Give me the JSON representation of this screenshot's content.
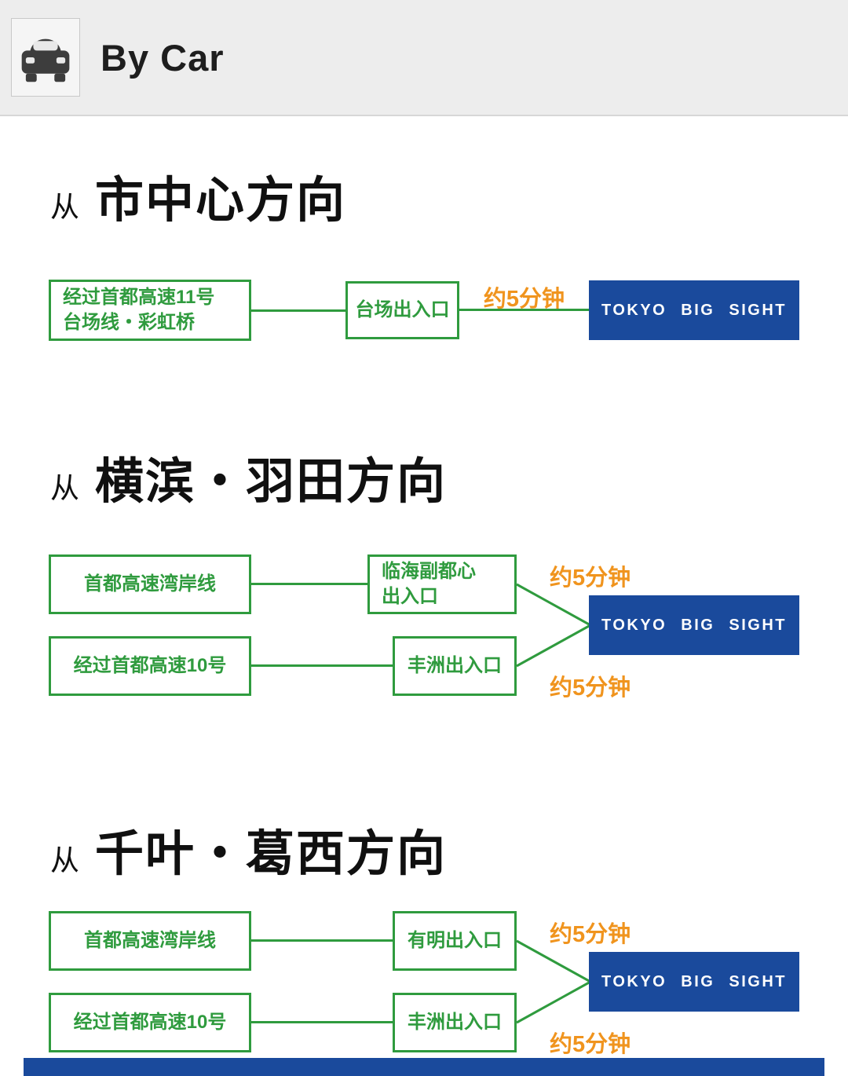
{
  "header": {
    "title": "By Car",
    "icon": "car-icon"
  },
  "colors": {
    "green": "#2f9b3e",
    "orange": "#f0941e",
    "blue": "#1a4a9c"
  },
  "sections": [
    {
      "id": "city-center",
      "prefix": "从",
      "title": "市中心方向",
      "destination": "TOKYO BIG SIGHT",
      "routes": [
        {
          "road": "经过首都高速11号\n台场线・彩虹桥",
          "exit": "台场出入口",
          "time": "约5分钟"
        }
      ]
    },
    {
      "id": "yokohama-haneda",
      "prefix": "从",
      "title": "横滨・羽田方向",
      "destination": "TOKYO BIG SIGHT",
      "routes": [
        {
          "road": "首都高速湾岸线",
          "exit": "临海副都心\n出入口",
          "time": "约5分钟"
        },
        {
          "road": "经过首都高速10号",
          "exit": "丰洲出入口",
          "time": "约5分钟"
        }
      ]
    },
    {
      "id": "chiba-kasai",
      "prefix": "从",
      "title": "千叶・葛西方向",
      "destination": "TOKYO BIG SIGHT",
      "routes": [
        {
          "road": "首都高速湾岸线",
          "exit": "有明出入口",
          "time": "约5分钟"
        },
        {
          "road": "经过首都高速10号",
          "exit": "丰洲出入口",
          "time": "约5分钟"
        }
      ]
    }
  ]
}
